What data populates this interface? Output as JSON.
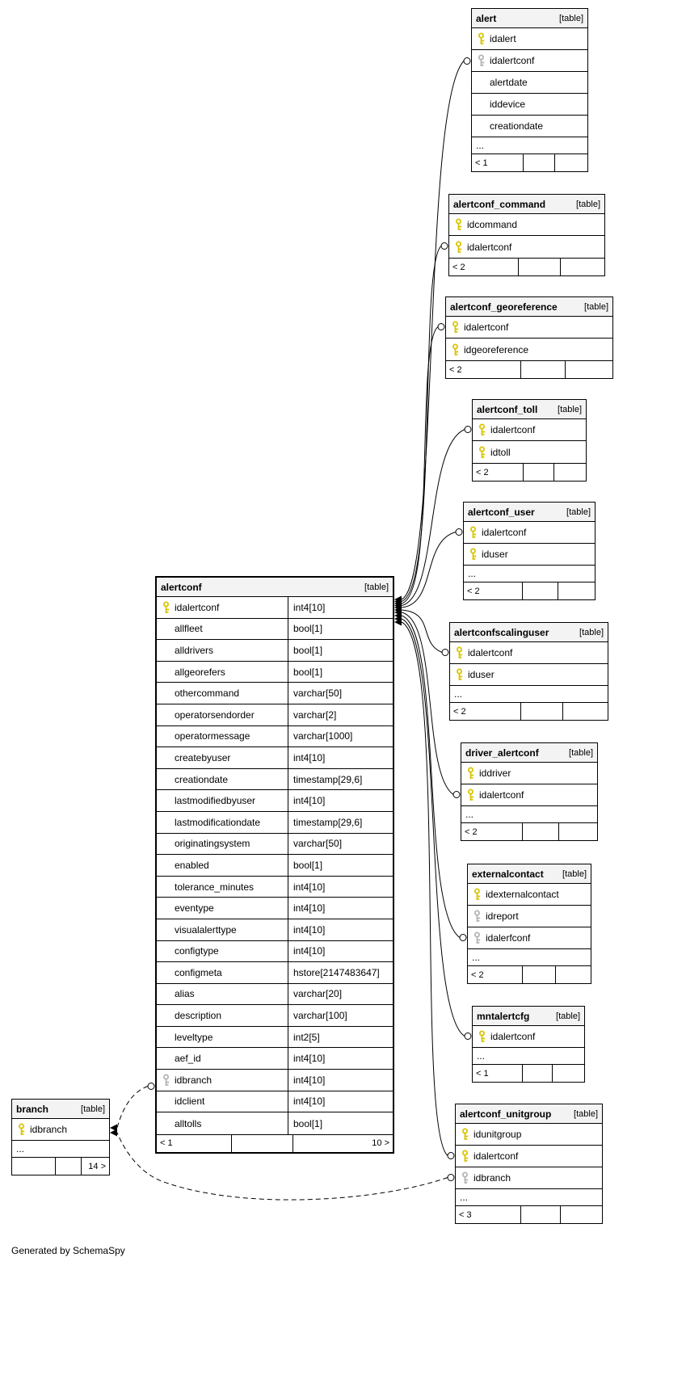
{
  "diagram": {
    "generator_note": "Generated by SchemaSpy"
  },
  "colors": {
    "primary_key": "#d9c400",
    "foreign_key": "#b4b4b4",
    "header_bg": "#f3f3f3",
    "border": "#000000"
  },
  "tables": {
    "alertconf": {
      "title": "alertconf",
      "tag": "[table]",
      "rows": [
        {
          "name": "idalertconf",
          "type": "int4[10]",
          "key": "pk"
        },
        {
          "name": "allfleet",
          "type": "bool[1]"
        },
        {
          "name": "alldrivers",
          "type": "bool[1]"
        },
        {
          "name": "allgeorefers",
          "type": "bool[1]"
        },
        {
          "name": "othercommand",
          "type": "varchar[50]"
        },
        {
          "name": "operatorsendorder",
          "type": "varchar[2]"
        },
        {
          "name": "operatormessage",
          "type": "varchar[1000]"
        },
        {
          "name": "createbyuser",
          "type": "int4[10]"
        },
        {
          "name": "creationdate",
          "type": "timestamp[29,6]"
        },
        {
          "name": "lastmodifiedbyuser",
          "type": "int4[10]"
        },
        {
          "name": "lastmodificationdate",
          "type": "timestamp[29,6]"
        },
        {
          "name": "originatingsystem",
          "type": "varchar[50]"
        },
        {
          "name": "enabled",
          "type": "bool[1]"
        },
        {
          "name": "tolerance_minutes",
          "type": "int4[10]"
        },
        {
          "name": "eventype",
          "type": "int4[10]"
        },
        {
          "name": "visualalerttype",
          "type": "int4[10]"
        },
        {
          "name": "configtype",
          "type": "int4[10]"
        },
        {
          "name": "configmeta",
          "type": "hstore[2147483647]"
        },
        {
          "name": "alias",
          "type": "varchar[20]"
        },
        {
          "name": "description",
          "type": "varchar[100]"
        },
        {
          "name": "leveltype",
          "type": "int2[5]"
        },
        {
          "name": "aef_id",
          "type": "int4[10]"
        },
        {
          "name": "idbranch",
          "type": "int4[10]",
          "key": "fk"
        },
        {
          "name": "idclient",
          "type": "int4[10]"
        },
        {
          "name": "alltolls",
          "type": "bool[1]"
        }
      ],
      "footer_left": "< 1",
      "footer_right": "10 >"
    },
    "alert": {
      "title": "alert",
      "tag": "[table]",
      "rows": [
        {
          "name": "idalert",
          "key": "pk"
        },
        {
          "name": "idalertconf",
          "key": "fk"
        },
        {
          "name": "alertdate"
        },
        {
          "name": "iddevice"
        },
        {
          "name": "creationdate"
        },
        {
          "name": "...",
          "ellipsis": true
        }
      ],
      "footer_left": "< 1"
    },
    "alertconf_command": {
      "title": "alertconf_command",
      "tag": "[table]",
      "rows": [
        {
          "name": "idcommand",
          "key": "pk"
        },
        {
          "name": "idalertconf",
          "key": "pk"
        }
      ],
      "footer_left": "< 2"
    },
    "alertconf_georeference": {
      "title": "alertconf_georeference",
      "tag": "[table]",
      "rows": [
        {
          "name": "idalertconf",
          "key": "pk"
        },
        {
          "name": "idgeoreference",
          "key": "pk"
        }
      ],
      "footer_left": "< 2"
    },
    "alertconf_toll": {
      "title": "alertconf_toll",
      "tag": "[table]",
      "rows": [
        {
          "name": "idalertconf",
          "key": "pk"
        },
        {
          "name": "idtoll",
          "key": "pk"
        }
      ],
      "footer_left": "< 2"
    },
    "alertconf_user": {
      "title": "alertconf_user",
      "tag": "[table]",
      "rows": [
        {
          "name": "idalertconf",
          "key": "pk"
        },
        {
          "name": "iduser",
          "key": "pk"
        },
        {
          "name": "...",
          "ellipsis": true
        }
      ],
      "footer_left": "< 2"
    },
    "alertconfscalinguser": {
      "title": "alertconfscalinguser",
      "tag": "[table]",
      "rows": [
        {
          "name": "idalertconf",
          "key": "pk"
        },
        {
          "name": "iduser",
          "key": "pk"
        },
        {
          "name": "...",
          "ellipsis": true
        }
      ],
      "footer_left": "< 2"
    },
    "driver_alertconf": {
      "title": "driver_alertconf",
      "tag": "[table]",
      "rows": [
        {
          "name": "iddriver",
          "key": "pk"
        },
        {
          "name": "idalertconf",
          "key": "pk"
        },
        {
          "name": "...",
          "ellipsis": true
        }
      ],
      "footer_left": "< 2"
    },
    "externalcontact": {
      "title": "externalcontact",
      "tag": "[table]",
      "rows": [
        {
          "name": "idexternalcontact",
          "key": "pk"
        },
        {
          "name": "idreport",
          "key": "fk"
        },
        {
          "name": "idalerfconf",
          "key": "fk"
        },
        {
          "name": "...",
          "ellipsis": true
        }
      ],
      "footer_left": "< 2"
    },
    "mntalertcfg": {
      "title": "mntalertcfg",
      "tag": "[table]",
      "rows": [
        {
          "name": "idalertconf",
          "key": "pk"
        },
        {
          "name": "...",
          "ellipsis": true
        }
      ],
      "footer_left": "< 1"
    },
    "alertconf_unitgroup": {
      "title": "alertconf_unitgroup",
      "tag": "[table]",
      "rows": [
        {
          "name": "idunitgroup",
          "key": "pk"
        },
        {
          "name": "idalertconf",
          "key": "pk"
        },
        {
          "name": "idbranch",
          "key": "fk"
        },
        {
          "name": "...",
          "ellipsis": true
        }
      ],
      "footer_left": "< 3"
    },
    "branch": {
      "title": "branch",
      "tag": "[table]",
      "rows": [
        {
          "name": "idbranch",
          "key": "pk"
        },
        {
          "name": "...",
          "ellipsis": true
        }
      ],
      "footer_right": "14 >"
    }
  },
  "relationships": [
    {
      "parent": "alertconf.idalertconf",
      "child": "alert.idalertconf",
      "style": "solid"
    },
    {
      "parent": "alertconf.idalertconf",
      "child": "alertconf_command.idalertconf",
      "style": "solid"
    },
    {
      "parent": "alertconf.idalertconf",
      "child": "alertconf_georeference.idalertconf",
      "style": "solid"
    },
    {
      "parent": "alertconf.idalertconf",
      "child": "alertconf_toll.idalertconf",
      "style": "solid"
    },
    {
      "parent": "alertconf.idalertconf",
      "child": "alertconf_user.idalertconf",
      "style": "solid"
    },
    {
      "parent": "alertconf.idalertconf",
      "child": "alertconfscalinguser.idalertconf",
      "style": "solid"
    },
    {
      "parent": "alertconf.idalertconf",
      "child": "driver_alertconf.idalertconf",
      "style": "solid"
    },
    {
      "parent": "alertconf.idalertconf",
      "child": "externalcontact.idalerfconf",
      "style": "solid"
    },
    {
      "parent": "alertconf.idalertconf",
      "child": "mntalertcfg.idalertconf",
      "style": "solid"
    },
    {
      "parent": "alertconf.idalertconf",
      "child": "alertconf_unitgroup.idalertconf",
      "style": "solid"
    },
    {
      "parent": "branch.idbranch",
      "child": "alertconf.idbranch",
      "style": "dashed"
    },
    {
      "parent": "branch.idbranch",
      "child": "alertconf_unitgroup.idbranch",
      "style": "dashed"
    }
  ]
}
